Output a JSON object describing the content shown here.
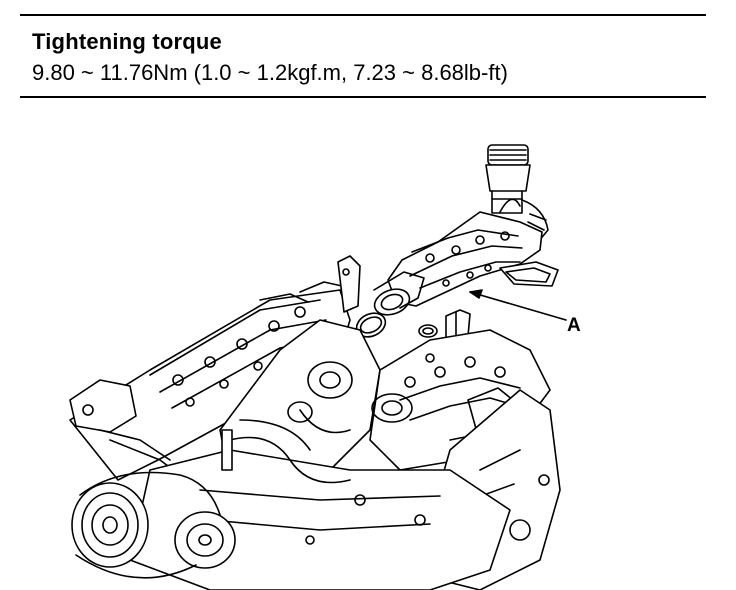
{
  "spec": {
    "title": "Tightening torque",
    "value": "9.80 ~ 11.76Nm (1.0 ~ 1.2kgf.m, 7.23 ~ 8.68lb-ft)"
  },
  "diagram": {
    "callouts": [
      {
        "label": "A"
      }
    ]
  }
}
